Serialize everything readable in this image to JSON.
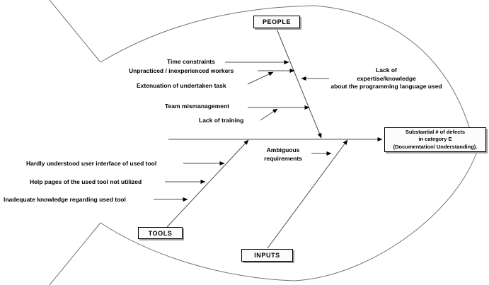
{
  "categories": {
    "people": "PEOPLE",
    "tools": "TOOLS",
    "inputs": "INPUTS"
  },
  "effect": {
    "line1": "Substantial # of defects",
    "line2": "in category E",
    "line3": "(Documentation/ Understanding)."
  },
  "causes": {
    "people": {
      "time_constraints": "Time constraints",
      "unpracticed_workers": "Unpracticed / inexperienced workers",
      "extenuation": "Extenuation of undertaken task",
      "team_mismanagement": "Team mismanagement",
      "lack_of_training": "Lack of training",
      "expertise_line1": "Lack of",
      "expertise_line2": "expertise/knowledge",
      "expertise_line3": "about the programming language used"
    },
    "tools": {
      "user_interface": "Hardly understood user interface of used tool",
      "help_pages": "Help pages of the used tool not utilized",
      "knowledge": "Inadequate knowledge regarding used tool"
    },
    "inputs": {
      "ambiguous_line1": "Ambiguous",
      "ambiguous_line2": "requirements"
    }
  },
  "colors": {
    "text": "#000000",
    "bone_line": "#4d4d4d",
    "outline": "#737373",
    "box_border": "#000000",
    "box_fill": "#fbfbfb",
    "box_shadow": "#9b9b9b"
  }
}
